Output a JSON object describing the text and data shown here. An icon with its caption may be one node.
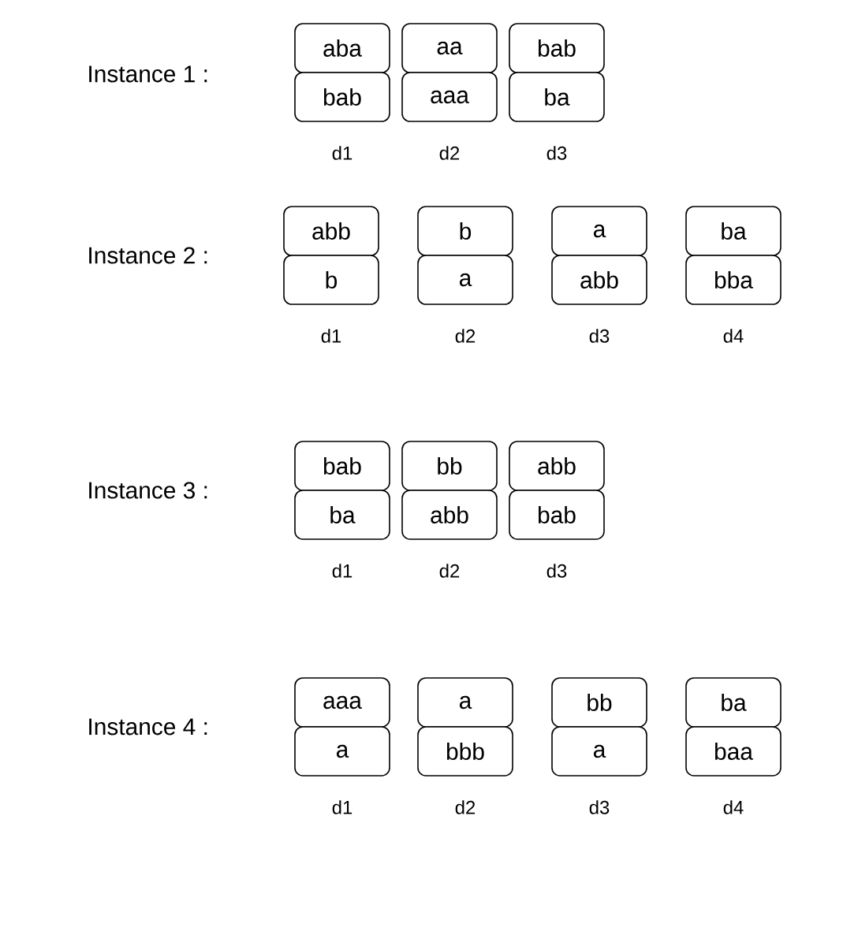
{
  "diagram": {
    "nodes": [
      {
        "text": [
          "aba",
          "bab"
        ],
        "beside": [
          "d1"
        ]
      },
      {
        "text": [
          "aa",
          "aaa"
        ],
        "beside": [
          "d2"
        ]
      },
      {
        "text": [
          "bab",
          "ba"
        ],
        "beside": [
          "d3"
        ]
      },
      {
        "text": [
          "abb",
          "b"
        ],
        "beside": [
          "d1"
        ]
      },
      {
        "text": [
          "b",
          "a"
        ],
        "beside": [
          "d2"
        ]
      },
      {
        "text": [
          "a",
          "abb"
        ],
        "beside": [
          "d3"
        ]
      },
      {
        "text": [
          "ba",
          "bba"
        ],
        "beside": [
          "d4"
        ]
      },
      {
        "text": [
          "bab",
          "ba"
        ],
        "beside": [
          "d1"
        ]
      },
      {
        "text": [
          "bb",
          "abb"
        ],
        "beside": [
          "d2"
        ]
      },
      {
        "text": [
          "abb",
          "bab"
        ],
        "beside": [
          "d3"
        ]
      },
      {
        "text": [
          "aaa",
          "a"
        ],
        "beside": [
          "d1"
        ]
      },
      {
        "text": [
          "a",
          "bbb"
        ],
        "beside": [
          "d2"
        ]
      },
      {
        "text": [
          "bb",
          "a"
        ],
        "beside": [
          "d3"
        ]
      },
      {
        "text": [
          "ba",
          "baa"
        ],
        "beside": [
          "d4"
        ]
      }
    ],
    "labels": [
      "Instance 1 :",
      "Instance 2 :",
      "Instance 3 :",
      "Instance 4 :"
    ]
  }
}
